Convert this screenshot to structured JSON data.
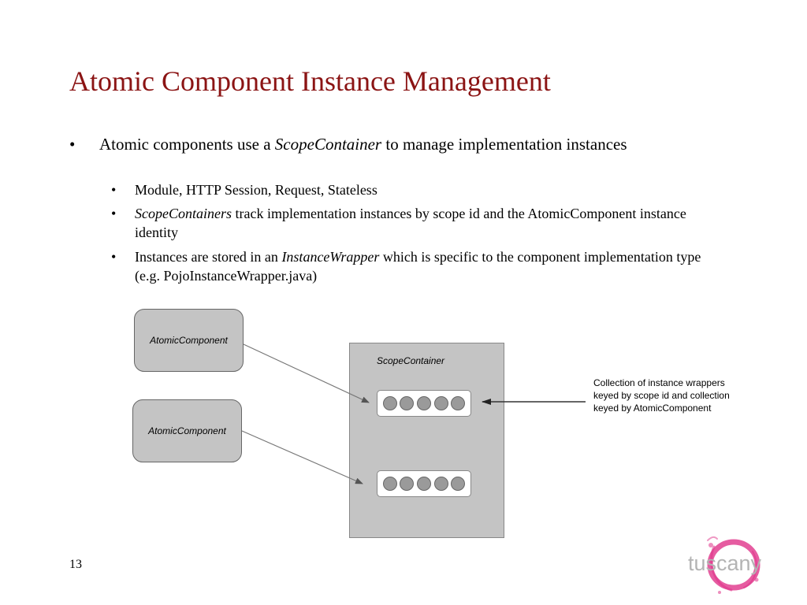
{
  "slide": {
    "title": "Atomic Component Instance Management",
    "bullet1": {
      "text_before": "Atomic components use a ",
      "italic": "ScopeContainer",
      "text_after": " to manage implementation instances"
    },
    "sub_bullets": [
      {
        "text": "Module, HTTP Session, Request, Stateless"
      },
      {
        "italic": "ScopeContainers",
        "text_after": " track implementation instances by scope id and the AtomicComponent instance identity"
      },
      {
        "text_before": "Instances are stored in an ",
        "italic": "InstanceWrapper",
        "text_after": " which is specific to the component implementation type (e.g. PojoInstanceWrapper.java)"
      }
    ],
    "bullet_char": "•",
    "page_number": "13"
  },
  "diagram": {
    "components": [
      "AtomicComponent",
      "AtomicComponent"
    ],
    "container_label": "ScopeContainer",
    "wrapper_rows": [
      5,
      5
    ],
    "callout": "Collection of instance wrappers keyed by scope id and collection keyed by AtomicComponent"
  },
  "logo": {
    "text": "tuscany",
    "icon": "tuscany-logo-icon",
    "accent_color": "#e0338a"
  }
}
